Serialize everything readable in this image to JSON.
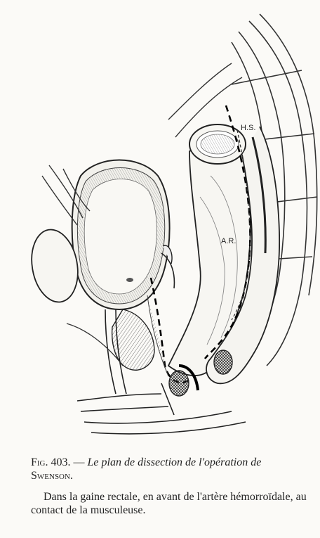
{
  "figure": {
    "labels": {
      "hs": "H.S.",
      "ar": "A.R."
    }
  },
  "caption": {
    "figure_number": "Fig. 403. —",
    "title": "Le plan de dissection de l'opération de",
    "author": "Swenson.",
    "description": "Dans la gaine rectale, en avant de l'artère hémorroïdale, au contact de la musculeuse."
  }
}
